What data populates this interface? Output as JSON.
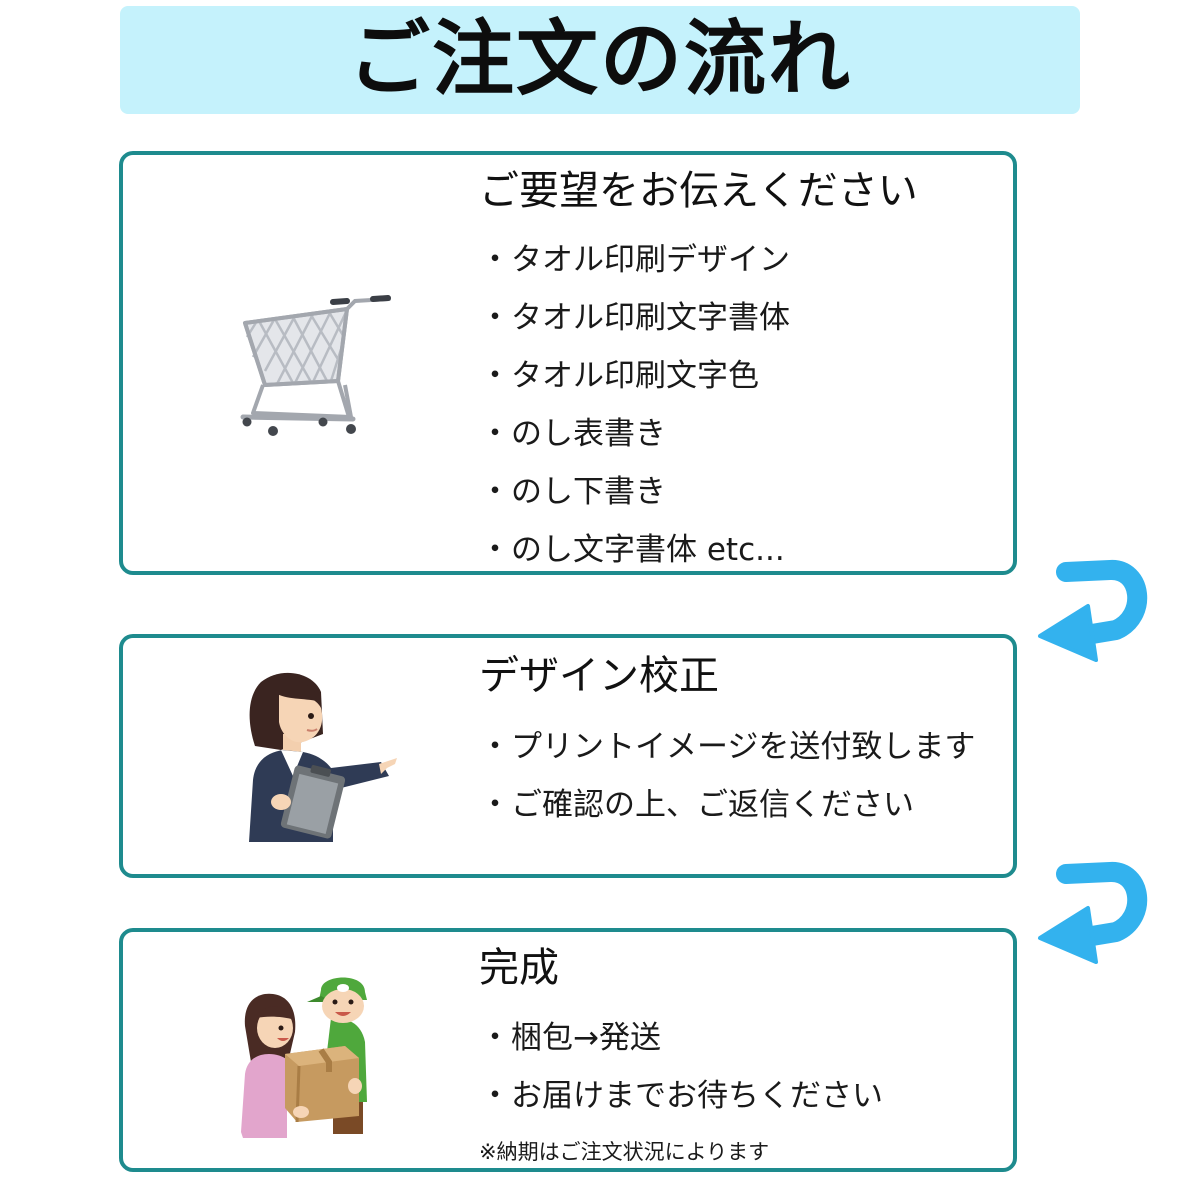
{
  "banner": {
    "title": "ご注文の流れ"
  },
  "steps": [
    {
      "title": "ご要望をお伝えください",
      "items": [
        "タオル印刷デザイン",
        "タオル印刷文字書体",
        "タオル印刷文字色",
        "のし表書き",
        "のし下書き",
        "のし文字書体 etc..."
      ],
      "icon": "shopping-cart"
    },
    {
      "title": "デザイン校正",
      "items": [
        "プリントイメージを送付致します",
        "ご確認の上、ご返信ください"
      ],
      "icon": "staff-with-clipboard"
    },
    {
      "title": "完成",
      "items": [
        "梱包→発送",
        "お届けまでお待ちください"
      ],
      "note": "※納期はご注文状況によります",
      "icon": "delivery-handoff"
    }
  ],
  "bullet": "・",
  "colors": {
    "banner_bg": "#c5f2fc",
    "card_border": "#1e8b8e",
    "arrow": "#33b2ee"
  }
}
